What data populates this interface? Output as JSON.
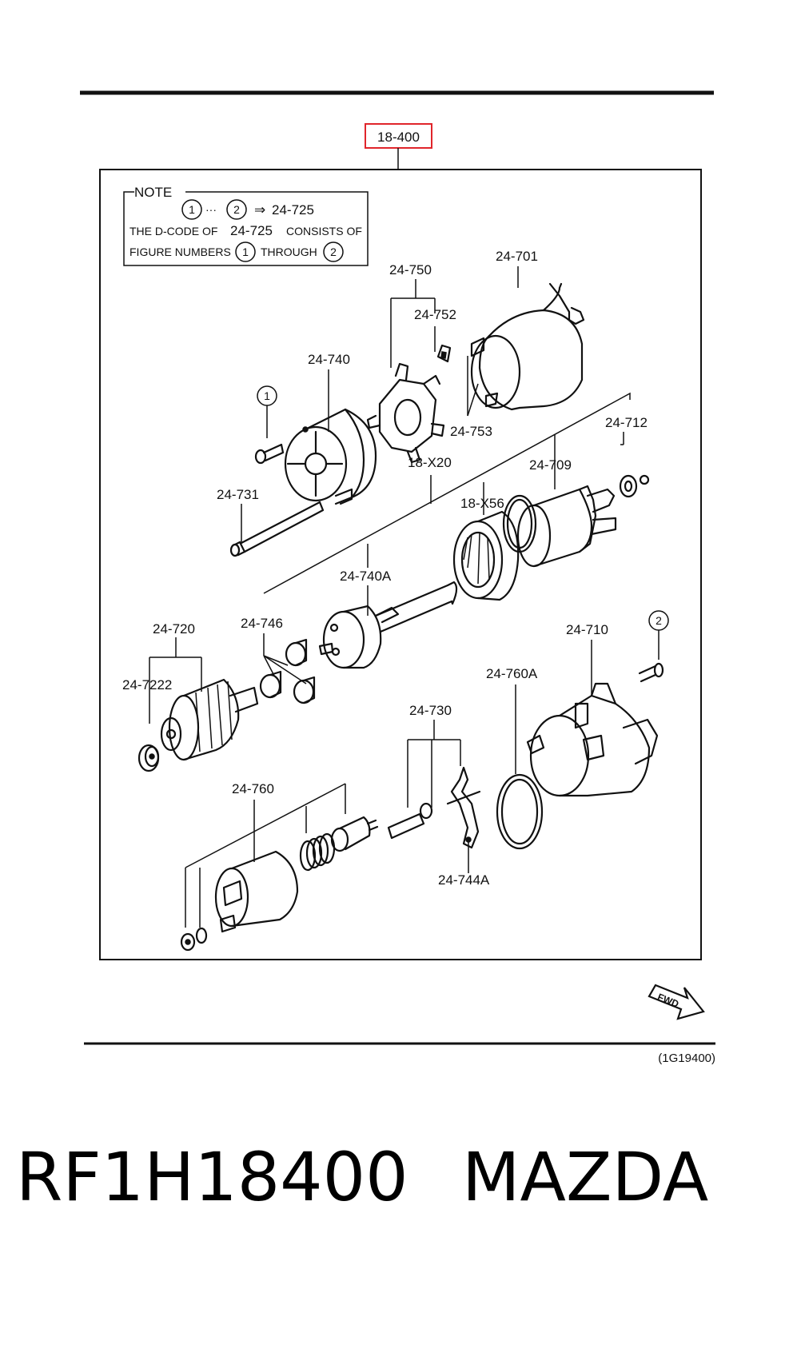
{
  "header": {
    "ref_box_label": "18-400"
  },
  "note": {
    "title": "NOTE",
    "circle_1": "1",
    "circle_2": "2",
    "ellipsis": "···",
    "arrow": "⇒",
    "target_code": "24-725",
    "line2_a": "THE D-CODE OF",
    "line2_code": "24-725",
    "line2_b": "CONSISTS OF",
    "line3_a": "FIGURE NUMBERS",
    "line3_b": "THROUGH"
  },
  "callouts": {
    "c1": "1",
    "c2": "2"
  },
  "labels": {
    "p24_750": "24-750",
    "p24_701": "24-701",
    "p24_752": "24-752",
    "p24_740": "24-740",
    "p24_753": "24-753",
    "p24_712": "24-712",
    "p18_x20": "18-X20",
    "p24_709": "24-709",
    "p24_731": "24-731",
    "p18_x56": "18-X56",
    "p24_740a": "24-740A",
    "p24_720": "24-720",
    "p24_746": "24-746",
    "p24_710": "24-710",
    "p24_7222": "24-7222",
    "p24_760a": "24-760A",
    "p24_730": "24-730",
    "p24_760": "24-760",
    "p24_744a": "24-744A"
  },
  "fwd_label": "FWD",
  "illustration_code": "(1G19400)",
  "footer": {
    "part_number": "RF1H18400",
    "brand": "MAZDA"
  },
  "colors": {
    "ref_box_border": "#e0252b",
    "ink": "#111111"
  }
}
